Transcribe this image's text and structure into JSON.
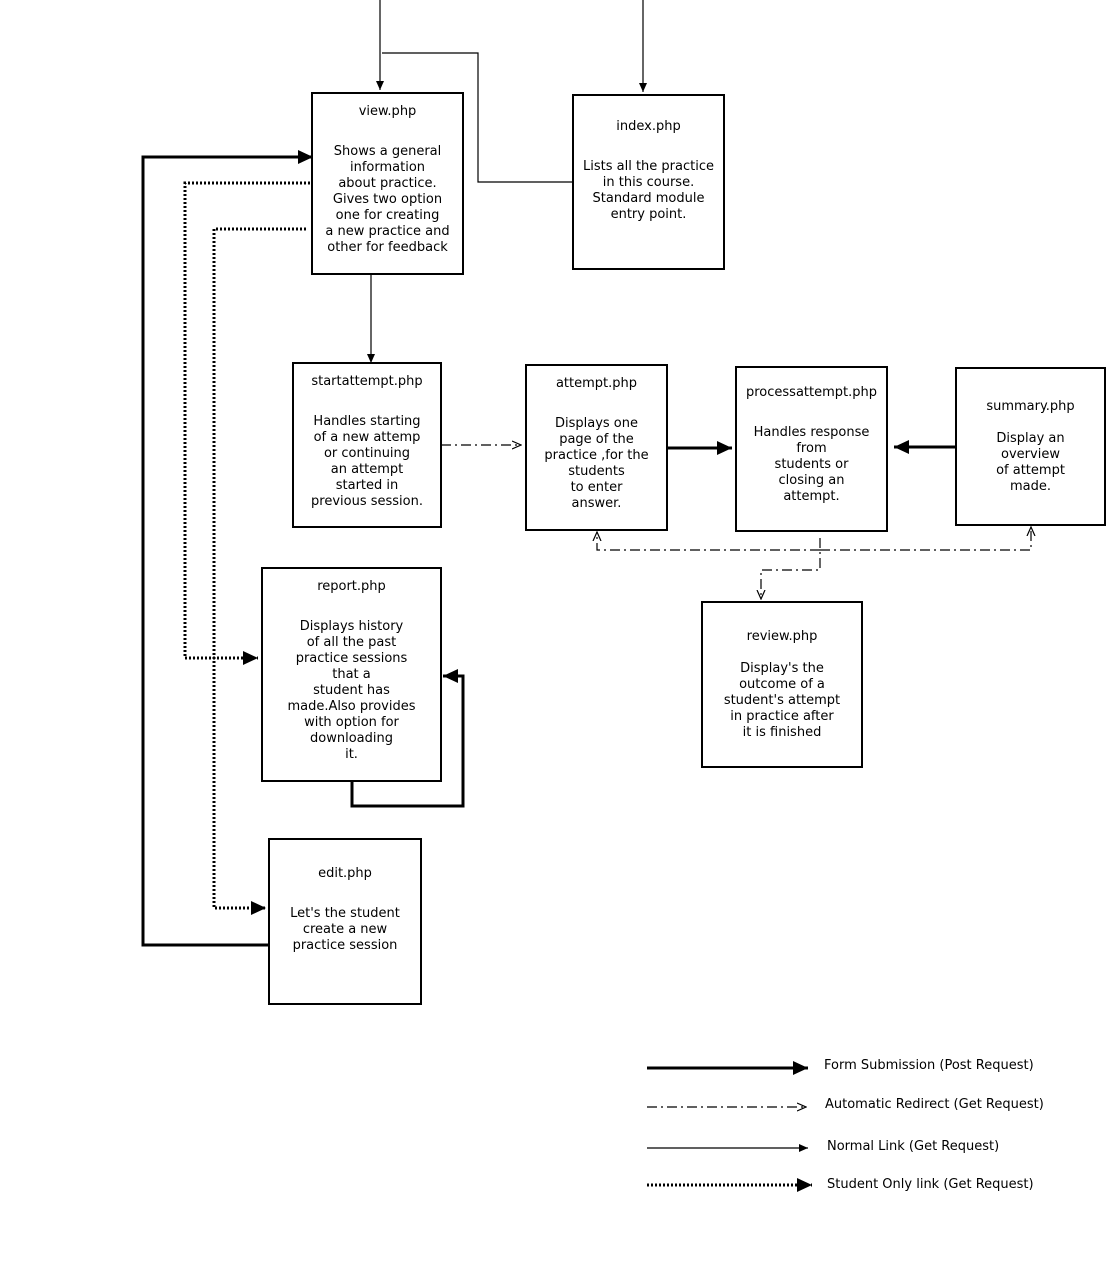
{
  "nodes": {
    "view": {
      "title": "view.php",
      "desc": "Shows a general\ninformation\nabout practice.\nGives two option\none for creating\na new practice and\nother for feedback"
    },
    "index": {
      "title": "index.php",
      "desc": "Lists all the practice\nin this course.\nStandard module\nentry point."
    },
    "startattempt": {
      "title": "startattempt.php",
      "desc": "Handles starting\nof a new attemp\nor continuing\nan attempt\nstarted in\nprevious session."
    },
    "attempt": {
      "title": "attempt.php",
      "desc": "Displays one\npage of the\npractice ,for the\nstudents\nto enter\nanswer."
    },
    "processattempt": {
      "title": "processattempt.php",
      "desc": "Handles response\nfrom\nstudents or\nclosing an\nattempt."
    },
    "summary": {
      "title": "summary.php",
      "desc": "Display an\noverview\nof attempt\nmade."
    },
    "report": {
      "title": "report.php",
      "desc": "Displays history\nof all the past\npractice sessions\nthat a\nstudent has\nmade.Also provides\nwith option for\ndownloading\nit."
    },
    "review": {
      "title": "review.php",
      "desc": "Display's the\noutcome of a\nstudent's attempt\nin practice after\nit is finished"
    },
    "edit": {
      "title": "edit.php",
      "desc": "Let's the student\ncreate a new\npractice session"
    }
  },
  "legend": {
    "form_submission": "Form Submission (Post Request)",
    "automatic_redirect": "Automatic Redirect (Get Request)",
    "normal_link": "Normal Link (Get Request)",
    "student_only_link": "Student Only link (Get Request)"
  }
}
